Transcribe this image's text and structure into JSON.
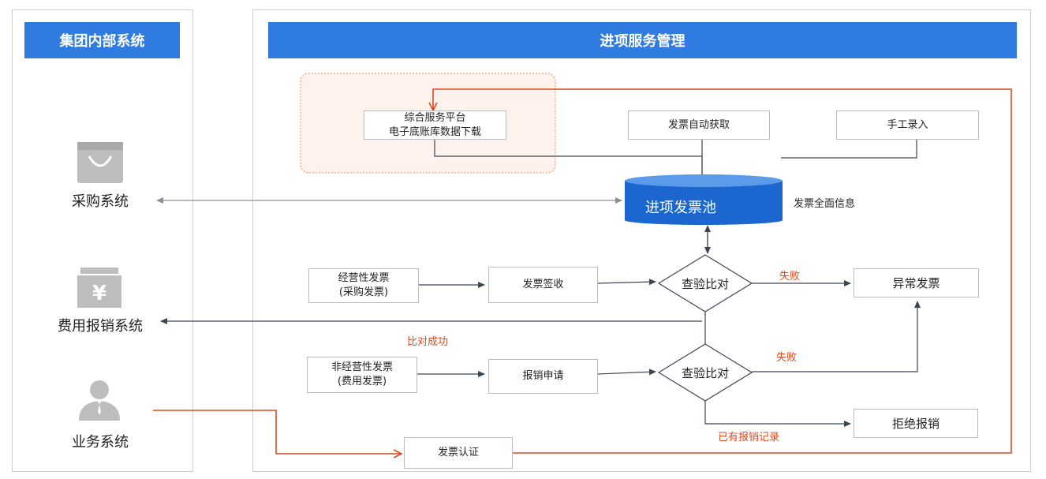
{
  "left_panel": {
    "title": "集团内部系统",
    "systems": [
      {
        "label": "采购系统",
        "icon": "shopping-bag-icon"
      },
      {
        "label": "费用报销系统",
        "icon": "yen-receipt-icon"
      },
      {
        "label": "业务系统",
        "icon": "user-icon"
      }
    ]
  },
  "right_panel": {
    "title": "进项服务管理"
  },
  "nodes": {
    "platform_line1": "综合服务平台",
    "platform_line2": "电子底账库数据下载",
    "auto_fetch": "发票自动获取",
    "manual_entry": "手工录入",
    "invoice_pool": "进项发票池",
    "full_info": "发票全面信息",
    "operating_line1": "经营性发票",
    "operating_line2": "(采购发票)",
    "sign_receive": "发票签收",
    "check1": "查验比对",
    "abnormal": "异常发票",
    "nonop_line1": "非经营性发票",
    "nonop_line2": "(费用发票)",
    "reimburse_apply": "报销申请",
    "check2": "查验比对",
    "reject": "拒绝报销",
    "certify": "发票认证"
  },
  "edge_labels": {
    "fail1": "失败",
    "fail2": "失败",
    "match_success": "比对成功",
    "already_reimbursed": "已有报销记录"
  },
  "colors": {
    "accent_blue": "#2f7be0",
    "red_flow": "#e04a1c",
    "line_dark": "#3a4656",
    "line_gray": "#8a8f96"
  }
}
